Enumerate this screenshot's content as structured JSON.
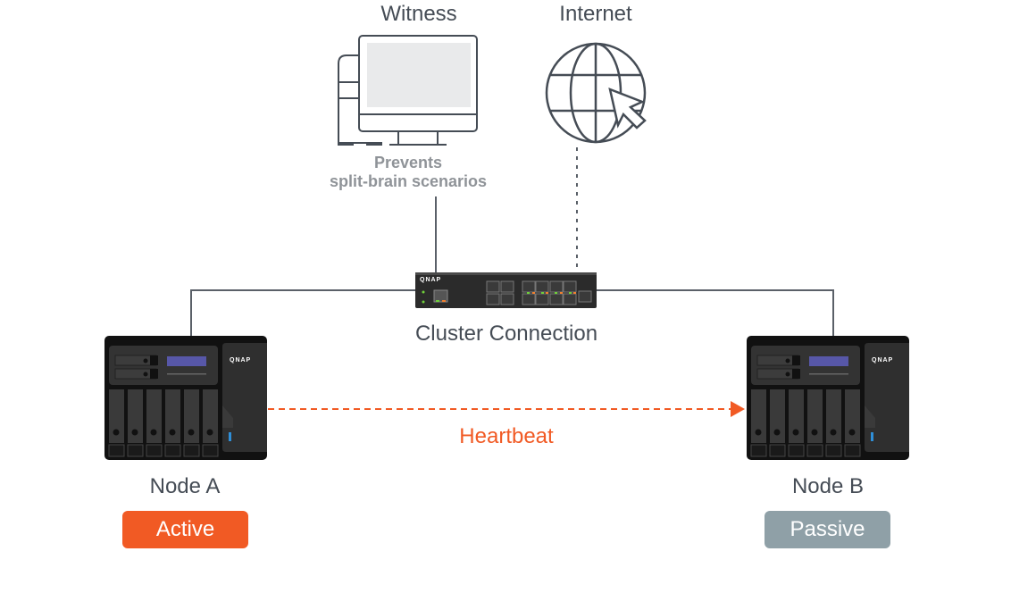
{
  "colors": {
    "text": "#454c55",
    "subtext": "#8f9398",
    "line": "#5a6068",
    "accent": "#f15a24",
    "passive": "#8fa0a7"
  },
  "witness": {
    "title": "Witness",
    "icon": "desktop-computer-icon",
    "description_line1": "Prevents",
    "description_line2": "split-brain scenarios"
  },
  "internet": {
    "title": "Internet",
    "icon": "globe-cursor-icon"
  },
  "switch": {
    "brand": "QNAP",
    "label": "Cluster Connection"
  },
  "heartbeat": {
    "label": "Heartbeat"
  },
  "nodes": [
    {
      "name": "Node A",
      "brand": "QNAP",
      "status": "Active"
    },
    {
      "name": "Node B",
      "brand": "QNAP",
      "status": "Passive"
    }
  ]
}
